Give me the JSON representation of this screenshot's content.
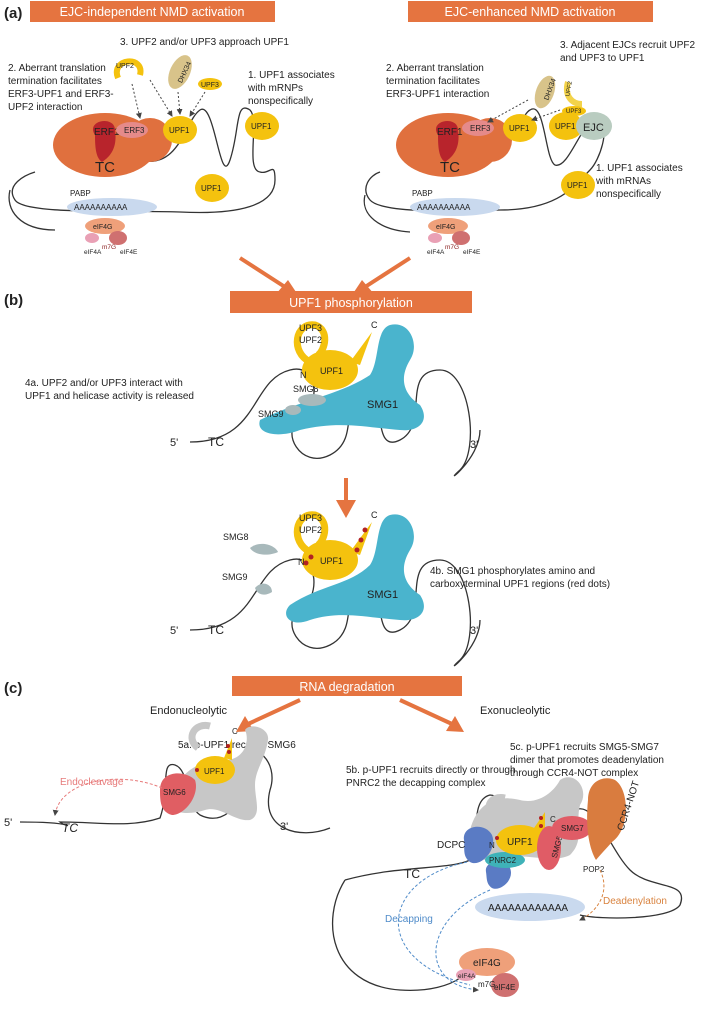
{
  "colors": {
    "banner": "#E57440",
    "ribosome": "#E0703E",
    "erf1": "#B8242C",
    "erf3": "#E58A8A",
    "upf1": "#F4C20E",
    "upf_light": "#F3D34A",
    "dhx34": "#D8C38A",
    "ejc": "#B9CCC0",
    "smg1": "#4AB4CD",
    "smg89": "#A8B9BB",
    "grey_complex": "#C7C7C7",
    "smg6": "#E05E63",
    "smg57": "#E05C66",
    "dcpc": "#5A7BC4",
    "pnrc2": "#3FB2B8",
    "ccr4": "#D97C3F",
    "polyA": "#C9D9EE",
    "eif4g": "#EFA07A",
    "eif4a": "#E9A0B5",
    "eif4e": "#CF7070",
    "phospho": "#B22222",
    "mrna": "#333333",
    "arrow": "#E57440",
    "decapping": "#4F8BC9",
    "deadenylation": "#D9833F",
    "endocleavage": "#E77A7A"
  },
  "panels": {
    "a_label": "(a)",
    "b_label": "(b)",
    "c_label": "(c)"
  },
  "banners": {
    "ejc_independent": "EJC-independent NMD activation",
    "ejc_enhanced": "EJC-enhanced NMD activation",
    "upf1_phosphorylation": "UPF1 phosphorylation",
    "rna_degradation": "RNA degradation"
  },
  "panel_a_left": {
    "step3": "3. UPF2 and/or UPF3 approach UPF1",
    "step2_lines": [
      "2. Aberrant translation",
      "termination facilitates",
      "ERF3-UPF1 and ERF3-",
      "UPF2 interaction"
    ],
    "step1_lines": [
      "1. UPF1 associates",
      "with mRNPs",
      "nonspecifically"
    ],
    "erf1": "ERF1",
    "erf3": "ERF3",
    "tc": "TC",
    "upf1": "UPF1",
    "upf2": "UPF2",
    "upf3": "UPF3",
    "dhx34": "DHX34",
    "pabp": "PABP",
    "polya": "AAAAAAAAAA",
    "eif4g": "eIF4G",
    "eif4a": "eIF4A",
    "m7g": "m7G",
    "eif4e": "eIF4E"
  },
  "panel_a_right": {
    "step2_lines": [
      "2. Aberrant translation",
      "termination facilitates",
      "ERF3-UPF1 interaction"
    ],
    "step3_lines": [
      "3. Adjacent EJCs recruit UPF2",
      "and UPF3 to UPF1"
    ],
    "step1_lines": [
      "1. UPF1 associates",
      "with mRNAs",
      "nonspecifically"
    ],
    "erf1": "ERF1",
    "erf3": "ERF3",
    "tc": "TC",
    "upf1": "UPF1",
    "upf2": "UPF2",
    "upf3": "UPF3",
    "dhx34": "DHX34",
    "ejc": "EJC",
    "pabp": "PABP",
    "polya": "AAAAAAAAAA",
    "eif4g": "eIF4G",
    "eif4a": "eIF4A",
    "m7g": "m7G",
    "eif4e": "eIF4E"
  },
  "panel_b": {
    "step4a_lines": [
      "4a. UPF2 and/or UPF3 interact with",
      "UPF1 and helicase activity is released"
    ],
    "step4b_lines": [
      "4b. SMG1 phosphorylates amino and",
      "carboxyterminal UPF1 regions (red dots)"
    ],
    "upf3": "UPF3",
    "upf2": "UPF2",
    "upf1": "UPF1",
    "smg1": "SMG1",
    "smg8": "SMG8",
    "smg9": "SMG9",
    "n": "N",
    "c": "C",
    "five_prime": "5'",
    "three_prime": "3'",
    "tc": "TC"
  },
  "panel_c": {
    "endonucleolytic": "Endonucleolytic",
    "exonucleolytic": "Exonucleolytic",
    "step5a": "5a. p-UPF1 recruits SMG6",
    "step5b_lines": [
      "5b. p-UPF1 recruits directly or through",
      "PNRC2 the decapping complex"
    ],
    "step5c_lines": [
      "5c. p-UPF1 recruits SMG5-SMG7",
      "dimer that promotes deadenylation",
      "through CCR4-NOT complex"
    ],
    "endocleavage": "Endocleavage",
    "decapping": "Decapping",
    "deadenylation": "Deadenylation",
    "upf1": "UPF1",
    "smg6": "SMG6",
    "smg5": "SMG5",
    "smg7": "SMG7",
    "ccr4": "CCR4-NOT",
    "pop2": "POP2",
    "dcpc": "DCPC",
    "pnrc2": "PNRC2",
    "n": "N",
    "c": "C",
    "five_prime": "5'",
    "three_prime": "3'",
    "tc": "TC",
    "polya": "AAAAAAAAAAAA",
    "eif4g": "eIF4G",
    "eif4a": "eIF4A",
    "m7g": "m7G",
    "eif4e": "eIF4E"
  }
}
